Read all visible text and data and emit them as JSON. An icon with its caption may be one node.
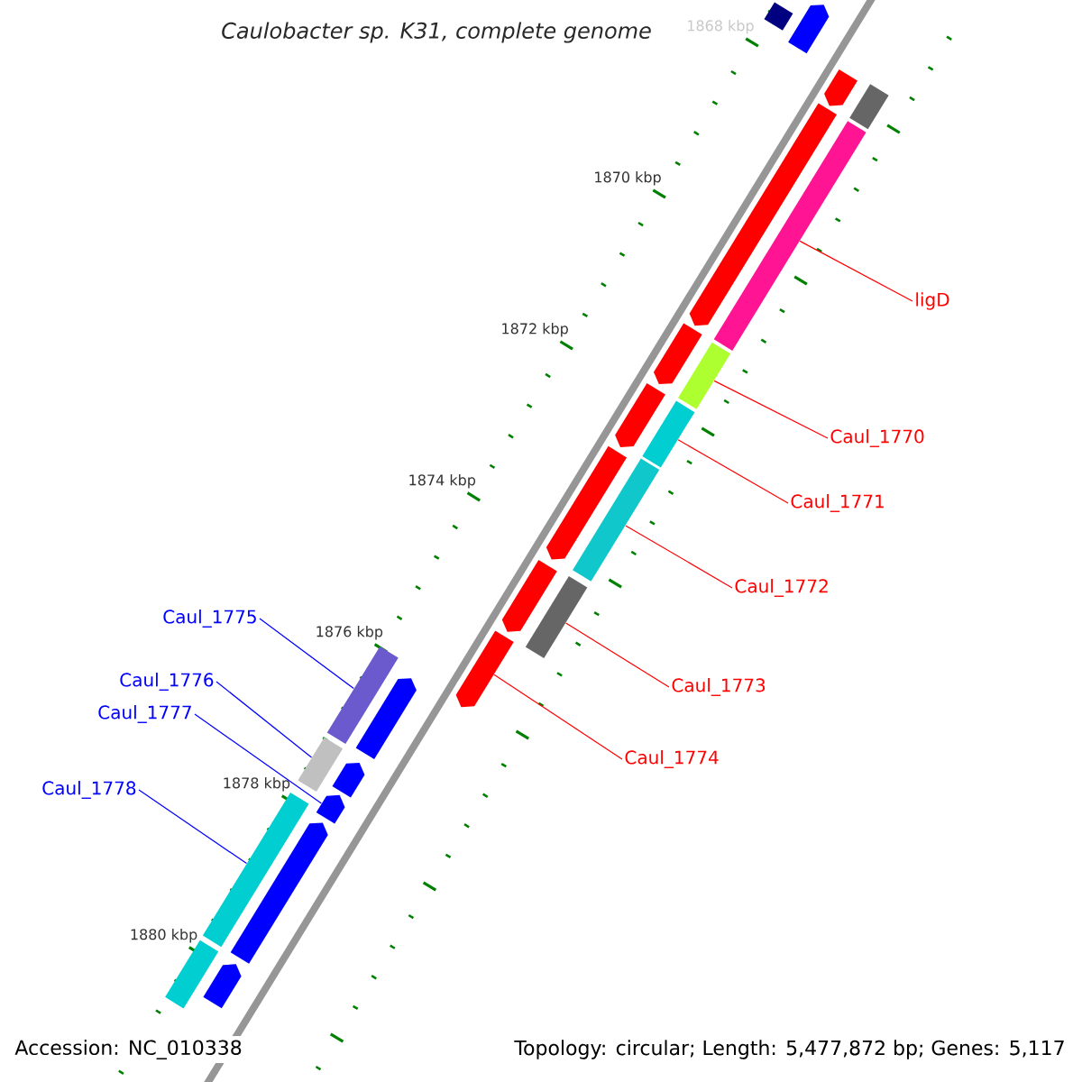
{
  "diagram": {
    "title": "Caulobacter sp. K31, complete genome",
    "nodes": [
      {
        "text": [
          "ligD"
        ]
      },
      {
        "text": [
          "Caul_1770"
        ]
      },
      {
        "text": [
          "Caul_1771"
        ]
      },
      {
        "text": [
          "Caul_1772"
        ]
      },
      {
        "text": [
          "Caul_1775"
        ]
      },
      {
        "text": [
          "Caul_1776"
        ]
      },
      {
        "text": [
          "Caul_1773"
        ]
      },
      {
        "text": [
          "Caul_1777"
        ]
      },
      {
        "text": [
          "Caul_1774"
        ]
      },
      {
        "text": [
          "Caul_1778"
        ]
      },
      {
        "text": [],
        "shape": "bar"
      },
      {
        "text": [],
        "shape": "pentagon"
      },
      {
        "text": [],
        "shape": "pentagon"
      },
      {
        "text": [],
        "shape": "bar"
      },
      {
        "text": [],
        "shape": "pentagon"
      },
      {
        "text": [],
        "shape": "bar"
      },
      {
        "text": [],
        "shape": "pentagon"
      },
      {
        "text": [],
        "shape": "bar"
      },
      {
        "text": [],
        "shape": "pentagon"
      },
      {
        "text": [],
        "shape": "bar"
      },
      {
        "text": [],
        "shape": "pentagon"
      },
      {
        "text": [],
        "shape": "bar"
      },
      {
        "text": [],
        "shape": "pentagon"
      },
      {
        "text": [],
        "shape": "bar"
      },
      {
        "text": [],
        "shape": "pentagon"
      },
      {
        "text": [],
        "shape": "bar"
      },
      {
        "text": [],
        "shape": "pentagon"
      },
      {
        "text": [],
        "shape": "bar"
      },
      {
        "text": [],
        "shape": "pentagon"
      },
      {
        "text": [],
        "shape": "pentagon"
      },
      {
        "text": [],
        "shape": "bar"
      },
      {
        "text": [],
        "shape": "pentagon"
      },
      {
        "text": [],
        "shape": "bar"
      },
      {
        "text": [],
        "shape": "pentagon"
      }
    ],
    "edges": [
      {
        "from": 0,
        "to": 15,
        "arrow": "none"
      },
      {
        "from": 1,
        "to": 17,
        "arrow": "none"
      },
      {
        "from": 2,
        "to": 19,
        "arrow": "none"
      },
      {
        "from": 3,
        "to": 21,
        "arrow": "none"
      },
      {
        "from": 6,
        "to": 23,
        "arrow": "none"
      },
      {
        "from": 8,
        "to": 24,
        "arrow": "none"
      },
      {
        "from": 4,
        "to": 25,
        "arrow": "none",
        "color": "#0000ff"
      },
      {
        "from": 5,
        "to": 27,
        "arrow": "none",
        "color": "#0000ff"
      },
      {
        "from": 7,
        "to": 29,
        "arrow": "none",
        "color": "#0000ff"
      },
      {
        "from": 9,
        "to": 30,
        "arrow": "none",
        "color": "#0000ff"
      }
    ],
    "labels": [
      "1868 kbp",
      "1870 kbp",
      "1872 kbp",
      "1874 kbp",
      "1876 kbp",
      "1878 kbp",
      "1880 kbp",
      "Accession: NC_010338",
      "Topology: circular; Length: 5,477,872 bp; Genes: 5,117"
    ]
  }
}
